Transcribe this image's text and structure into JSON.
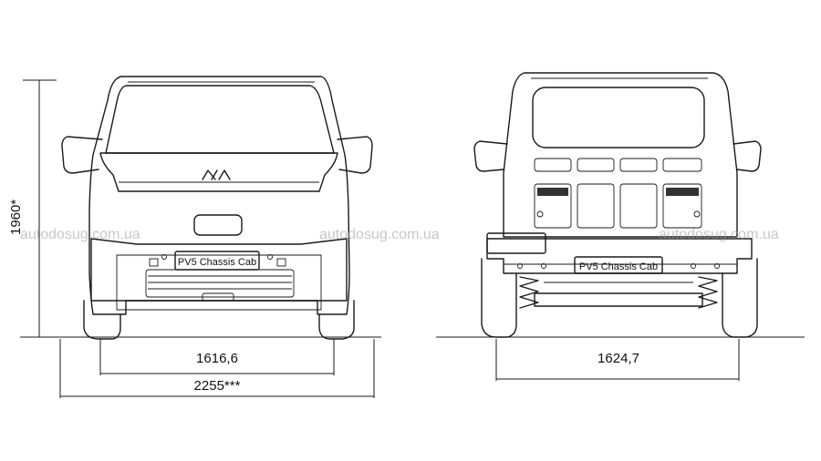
{
  "watermark": "autodosug.com.ua",
  "front": {
    "plate": "PV5 Chassis Cab",
    "height": "1960*",
    "track": "1616,6",
    "width": "2255***"
  },
  "rear": {
    "plate": "PV5 Chassis Cab",
    "track": "1624,7"
  }
}
